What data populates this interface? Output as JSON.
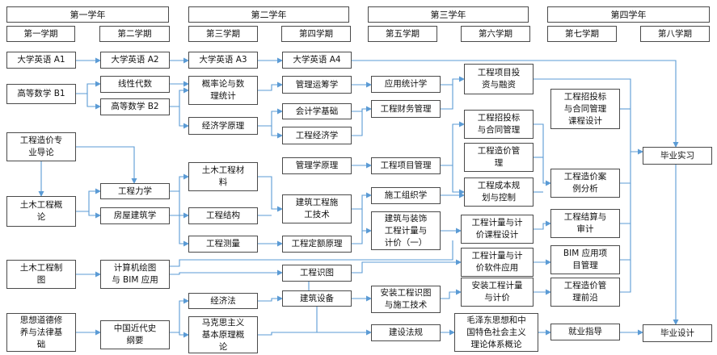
{
  "years": {
    "y1": "第一学年",
    "y2": "第二学年",
    "y3": "第三学年",
    "y4": "第四学年"
  },
  "terms": {
    "t1": "第一学期",
    "t2": "第二学期",
    "t3": "第三学期",
    "t4": "第四学期",
    "t5": "第五学期",
    "t6": "第六学期",
    "t7": "第七学期",
    "t8": "第八学期"
  },
  "courses": {
    "english_a1": "大学英语 A1",
    "english_a2": "大学英语 A2",
    "english_a3": "大学英语 A3",
    "english_a4": "大学英语 A4",
    "math_b1": "高等数学 B1",
    "linear_algebra": "线性代数",
    "math_b2": "高等数学 B2",
    "probability": "概率论与数\n理统计",
    "economics": "经济学原理",
    "operations_research": "管理运筹学",
    "accounting": "会计学基础",
    "engineering_economics": "工程经济学",
    "applied_statistics": "应用统计学",
    "financial_management": "工程财务管理",
    "investment_financing": "工程项目投\n资与融资",
    "bidding_contract_design": "工程招投标\n与合同管理\n课程设计",
    "graduation_internship": "毕业实习",
    "cost_intro": "工程造价专\n业导论",
    "engineering_mechanics": "工程力学",
    "civil_materials": "土木工程材\n料",
    "management_principles": "管理学原理",
    "project_management": "工程项目管理",
    "bidding_contract": "工程招投标\n与合同管理",
    "cost_management": "工程造价管\n理",
    "cost_cases": "工程造价案\n例分析",
    "civil_overview": "土木工程概\n论",
    "building_architecture": "房屋建筑学",
    "structure": "工程结构",
    "construction_tech": "建筑工程施\n工技术",
    "construction_org": "施工组织学",
    "cost_planning": "工程成本规\n划与控制",
    "settlement_audit": "工程结算与\n审计",
    "measurement_pricing_1": "建筑与装饰\n工程计量与\n计价（一）",
    "measurement_pricing_design": "工程计量与计\n价课程设计",
    "surveying": "工程测量",
    "quota_principles": "工程定额原理",
    "civil_drawing": "土木工程制\n图",
    "cad_bim": "计算机绘图\n与 BIM 应用",
    "drawing_reading": "工程识图",
    "pricing_software": "工程计量与计\n价软件应用",
    "bim_management": "BIM 应用项\n目管理",
    "frontier": "工程造价管\n理前沿",
    "economic_law": "经济法",
    "building_equipment": "建筑设备",
    "install_drawing": "安装工程识图\n与施工技术",
    "install_pricing": "安装工程计量\n与计价",
    "ethics_law": "思想道德修\n养与法律基\n础",
    "modern_history": "中国近代史\n纲要",
    "marxism": "马克思主义\n基本原理概\n论",
    "construction_law": "建设法规",
    "mao_theory": "毛泽东思想和中\n国特色社会主义\n理论体系概论",
    "employment_guidance": "就业指导",
    "graduation_design": "毕业设计"
  }
}
